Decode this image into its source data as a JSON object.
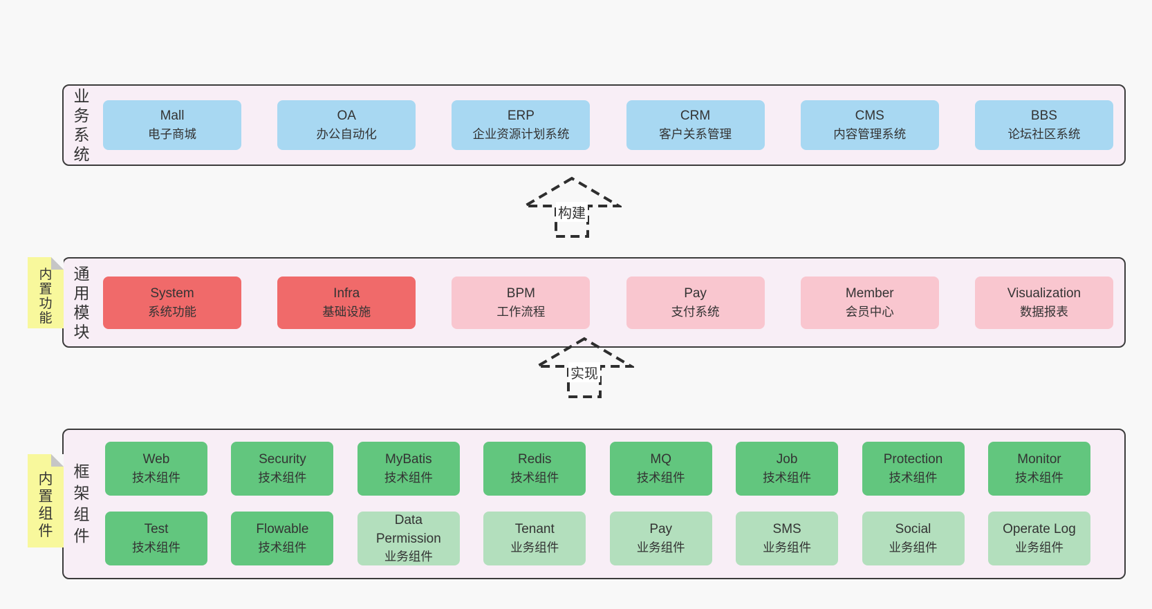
{
  "colors": {
    "page_bg": "#f8f8f8",
    "layer_bg": "#f8eef6",
    "layer_border": "#3b3b3b",
    "blue_box": "#a8d8f2",
    "red_box": "#f06a6a",
    "pink_box": "#f9c6cf",
    "green_box": "#62c67e",
    "light_green_box": "#b3dfbd",
    "sticky_tag": "#f8f89c",
    "text": "#333333"
  },
  "arrows": {
    "build": "构建",
    "implement": "实现"
  },
  "layers": {
    "business": {
      "label": "业务系统",
      "boxes": [
        {
          "en": "Mall",
          "zh": "电子商城"
        },
        {
          "en": "OA",
          "zh": "办公自动化"
        },
        {
          "en": "ERP",
          "zh": "企业资源计划系统"
        },
        {
          "en": "CRM",
          "zh": "客户关系管理"
        },
        {
          "en": "CMS",
          "zh": "内容管理系统"
        },
        {
          "en": "BBS",
          "zh": "论坛社区系统"
        }
      ]
    },
    "modules": {
      "label": "通用模块",
      "tag": "内置功能",
      "boxes": [
        {
          "en": "System",
          "zh": "系统功能"
        },
        {
          "en": "Infra",
          "zh": "基础设施"
        },
        {
          "en": "BPM",
          "zh": "工作流程"
        },
        {
          "en": "Pay",
          "zh": "支付系统"
        },
        {
          "en": "Member",
          "zh": "会员中心"
        },
        {
          "en": "Visualization",
          "zh": "数据报表"
        }
      ]
    },
    "components": {
      "label": "框架组件",
      "tag": "内置组件",
      "boxes": [
        {
          "en": "Web",
          "zh": "技术组件"
        },
        {
          "en": "Security",
          "zh": "技术组件"
        },
        {
          "en": "MyBatis",
          "zh": "技术组件"
        },
        {
          "en": "Redis",
          "zh": "技术组件"
        },
        {
          "en": "MQ",
          "zh": "技术组件"
        },
        {
          "en": "Job",
          "zh": "技术组件"
        },
        {
          "en": "Protection",
          "zh": "技术组件"
        },
        {
          "en": "Monitor",
          "zh": "技术组件"
        },
        {
          "en": "Test",
          "zh": "技术组件"
        },
        {
          "en": "Flowable",
          "zh": "技术组件"
        },
        {
          "en": "Data Permission",
          "zh": "业务组件"
        },
        {
          "en": "Tenant",
          "zh": "业务组件"
        },
        {
          "en": "Pay",
          "zh": "业务组件"
        },
        {
          "en": "SMS",
          "zh": "业务组件"
        },
        {
          "en": "Social",
          "zh": "业务组件"
        },
        {
          "en": "Operate Log",
          "zh": "业务组件"
        }
      ]
    }
  }
}
